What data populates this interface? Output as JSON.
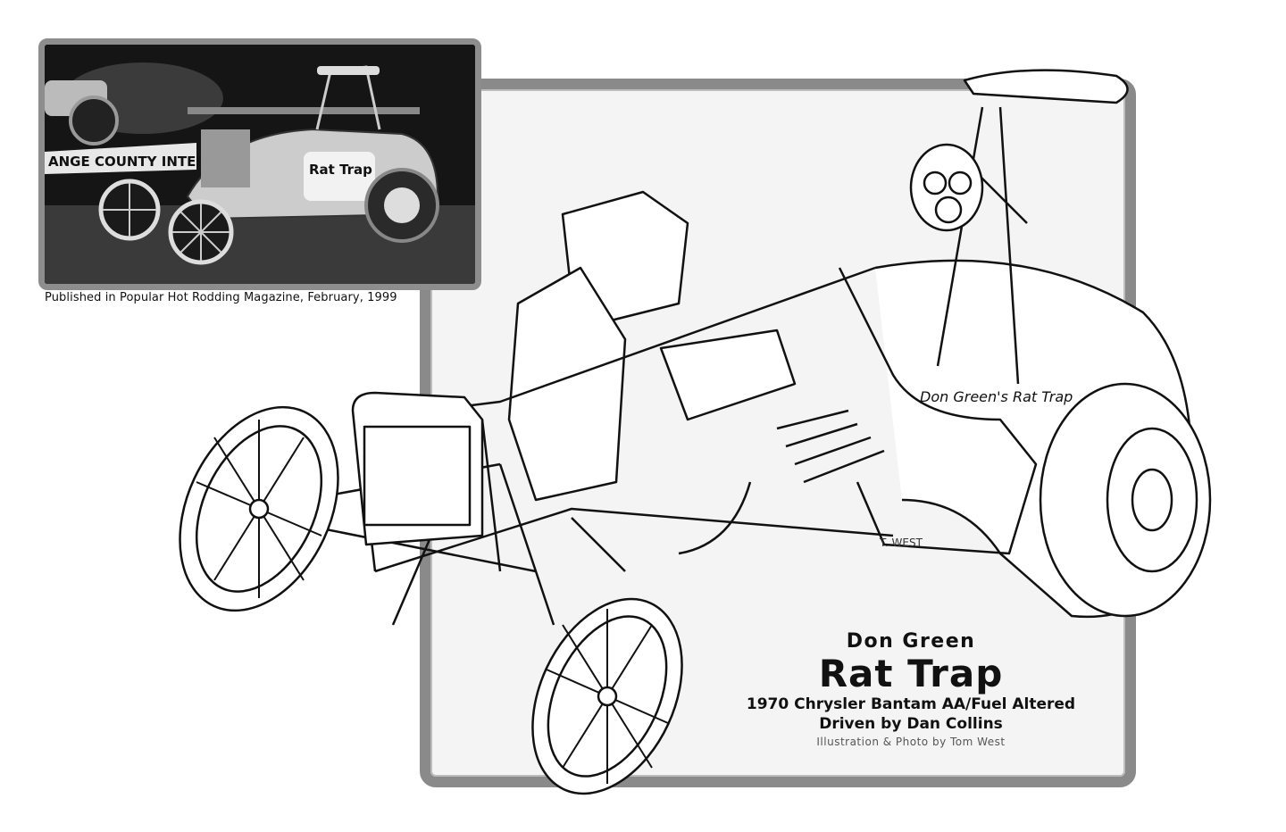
{
  "photo": {
    "caption": "Published in Popular Hot Rodding Magazine, February, 1999",
    "banner_text": "ANGE COUNTY INTERNAT",
    "car_lettering": "Rat Trap"
  },
  "illustration": {
    "body_lettering": "Don Green's Rat Trap",
    "signature": "T. WEST"
  },
  "titles": {
    "owner": "Don Green",
    "name": "Rat Trap",
    "description": "1970 Chrysler Bantam AA/Fuel Altered",
    "driver": "Driven by Dan Collins",
    "credit": "Illustration & Photo by Tom West"
  },
  "colors": {
    "frame": "#8a8a8a",
    "panel": "#f4f4f4",
    "ink": "#111111"
  }
}
